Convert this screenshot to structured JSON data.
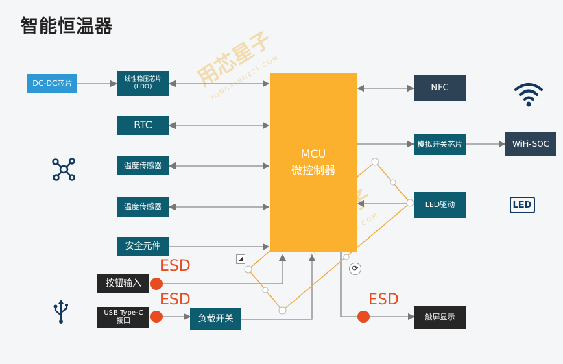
{
  "title": "智能恒温器",
  "watermark": {
    "brand": "用芯星子",
    "url": "YONGXINHEZI.COM"
  },
  "blocks": {
    "dcdc": "DC-DC芯片",
    "ldo_line1": "线性稳压芯片",
    "ldo_line2": "(LDO)",
    "rtc": "RTC",
    "temp1": "温度传感器",
    "temp2": "温度传感器",
    "safety": "安全元件",
    "button": "按钮输入",
    "usb_line1": "USB Type-C",
    "usb_line2": "接口",
    "load_switch": "负载开关",
    "mcu_line1": "MCU",
    "mcu_line2": "微控制器",
    "nfc": "NFC",
    "analog_switch": "模拟开关芯片",
    "wifi_soc": "WiFi-SOC",
    "led_driver": "LED驱动",
    "touch_display": "触屏显示"
  },
  "esd_labels": [
    "ESD",
    "ESD",
    "ESD"
  ],
  "icons": {
    "wifi": "wifi-icon",
    "network": "network-icon",
    "usb": "usb-icon",
    "led": "LED"
  },
  "colors": {
    "mcu": "#fbb12d",
    "teal": "#0e5c70",
    "blue": "#2d98d4",
    "esd": "#e64c1f"
  }
}
